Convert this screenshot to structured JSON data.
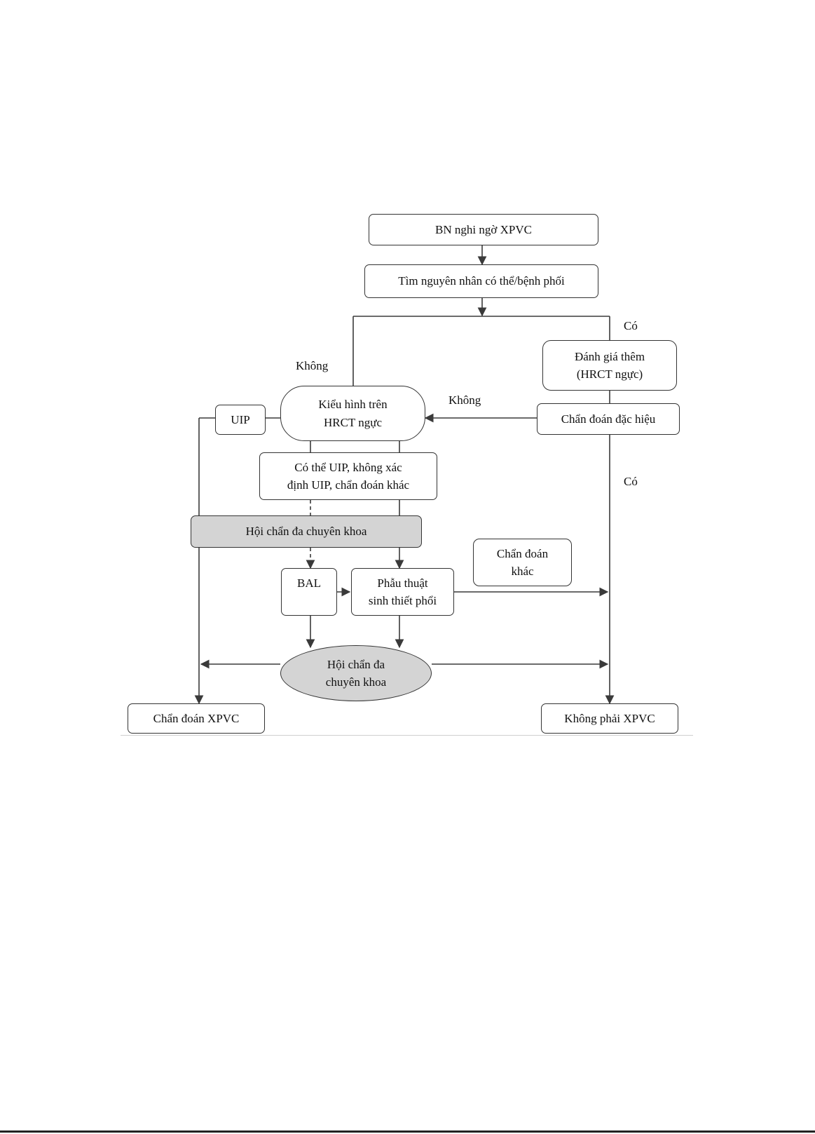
{
  "nodes": {
    "suspected": "BN nghi ngờ XPVC",
    "find_cause": "Tìm nguyên nhân có thể/bệnh phối",
    "further_eval": "Đánh giá thêm\n(HRCT ngực)",
    "hrct_pattern": "Kiểu hình trên\nHRCT ngực",
    "uip": "UIP",
    "specific_dx": "Chẩn đoán đặc hiệu",
    "possible_uip": "Có thể UIP, không xác\nđịnh UIP, chẩn đoán khác",
    "mdd_1": "Hội chẩn đa chuyên khoa",
    "other_dx": "Chẩn đoán\nkhác",
    "bal": "BAL",
    "biopsy": "Phẫu thuật\nsinh thiết phổi",
    "mdd_2": "Hội chẩn đa\nchuyên khoa",
    "ipf_dx": "Chẩn đoán XPVC",
    "not_ipf": "Không phải XPVC"
  },
  "labels": {
    "yes_top": "Có",
    "no_left": "Không",
    "no_middle": "Không",
    "yes_right": "Có"
  },
  "colors": {
    "line": "#3a3a3a",
    "shaded_fill": "#d4d4d4",
    "border": "#333333"
  }
}
